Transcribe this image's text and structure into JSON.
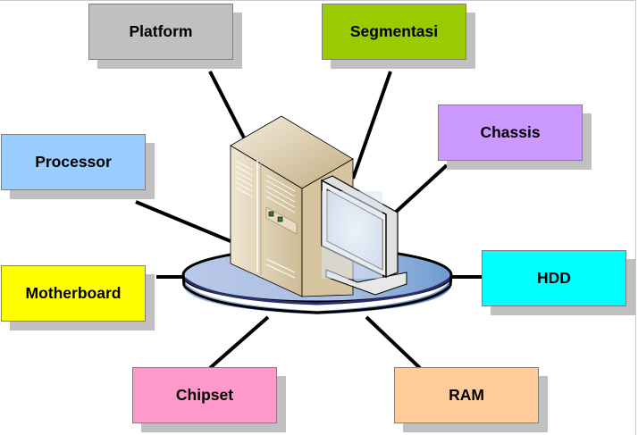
{
  "diagram": {
    "type": "hub-and-spoke",
    "center": {
      "name": "computer-server",
      "description": "Server tower and monitor on a platform"
    },
    "nodes": [
      {
        "id": "platform",
        "label": "Platform",
        "color": "#c0c0c0"
      },
      {
        "id": "segmentasi",
        "label": "Segmentasi",
        "color": "#99cc00"
      },
      {
        "id": "chassis",
        "label": "Chassis",
        "color": "#cc99ff"
      },
      {
        "id": "processor",
        "label": "Processor",
        "color": "#99ccff"
      },
      {
        "id": "motherboard",
        "label": "Motherboard",
        "color": "#ffff00"
      },
      {
        "id": "hdd",
        "label": "HDD",
        "color": "#00ffff"
      },
      {
        "id": "chipset",
        "label": "Chipset",
        "color": "#ff99cc"
      },
      {
        "id": "ram",
        "label": "RAM",
        "color": "#ffcc99"
      }
    ]
  }
}
